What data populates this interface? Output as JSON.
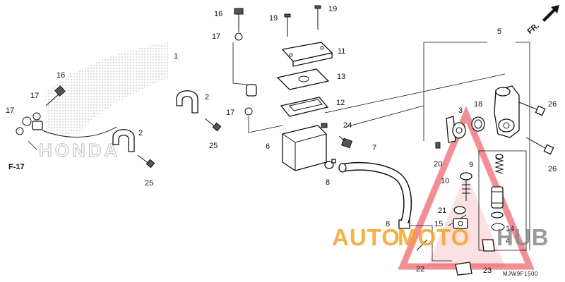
{
  "diagram": {
    "code": "MJW9F1500",
    "front_arrow_label": "FR.",
    "ref_label": "F-17",
    "logo_text": "HONDA",
    "watermark": {
      "left": "AUTO",
      "middle": "MOTO",
      "right": "HUB",
      "color_orange": "#F4A428",
      "color_gray": "#8a8a8a",
      "color_red": "#E8333C"
    },
    "callouts": [
      {
        "id": "c1",
        "label": "1"
      },
      {
        "id": "c2a",
        "label": "2"
      },
      {
        "id": "c2b",
        "label": "2"
      },
      {
        "id": "c3",
        "label": "3"
      },
      {
        "id": "c4",
        "label": "4"
      },
      {
        "id": "c5",
        "label": "5"
      },
      {
        "id": "c6",
        "label": "6"
      },
      {
        "id": "c7",
        "label": "7"
      },
      {
        "id": "c8a",
        "label": "8"
      },
      {
        "id": "c8b",
        "label": "8"
      },
      {
        "id": "c9",
        "label": "9"
      },
      {
        "id": "c10",
        "label": "10"
      },
      {
        "id": "c11",
        "label": "11"
      },
      {
        "id": "c12",
        "label": "12"
      },
      {
        "id": "c13",
        "label": "13"
      },
      {
        "id": "c14",
        "label": "14"
      },
      {
        "id": "c15",
        "label": "15"
      },
      {
        "id": "c16a",
        "label": "16"
      },
      {
        "id": "c16b",
        "label": "16"
      },
      {
        "id": "c17a",
        "label": "17"
      },
      {
        "id": "c17b",
        "label": "17"
      },
      {
        "id": "c17c",
        "label": "17"
      },
      {
        "id": "c17d",
        "label": "17"
      },
      {
        "id": "c18",
        "label": "18"
      },
      {
        "id": "c19a",
        "label": "19"
      },
      {
        "id": "c19b",
        "label": "19"
      },
      {
        "id": "c20",
        "label": "20"
      },
      {
        "id": "c21",
        "label": "21"
      },
      {
        "id": "c22",
        "label": "22"
      },
      {
        "id": "c23",
        "label": "23"
      },
      {
        "id": "c24",
        "label": "24"
      },
      {
        "id": "c25a",
        "label": "25"
      },
      {
        "id": "c25b",
        "label": "25"
      },
      {
        "id": "c26a",
        "label": "26"
      },
      {
        "id": "c26b",
        "label": "26"
      }
    ]
  }
}
